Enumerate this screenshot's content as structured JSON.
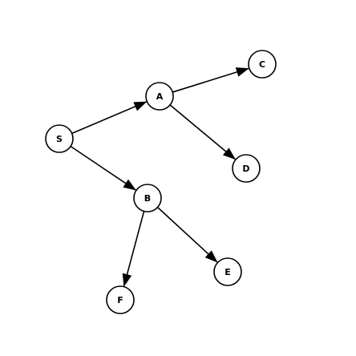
{
  "diagram": {
    "type": "directed-tree",
    "nodes": [
      {
        "id": "S",
        "label": "S"
      },
      {
        "id": "A",
        "label": "A"
      },
      {
        "id": "B",
        "label": "B"
      },
      {
        "id": "C",
        "label": "C"
      },
      {
        "id": "D",
        "label": "D"
      },
      {
        "id": "E",
        "label": "E"
      },
      {
        "id": "F",
        "label": "F"
      }
    ],
    "edges": [
      {
        "from": "S",
        "to": "A"
      },
      {
        "from": "S",
        "to": "B"
      },
      {
        "from": "A",
        "to": "C"
      },
      {
        "from": "A",
        "to": "D"
      },
      {
        "from": "B",
        "to": "E"
      },
      {
        "from": "B",
        "to": "F"
      }
    ],
    "colors": {
      "stroke": "#000000",
      "node_fill": "#ffffff",
      "background": "#ffffff"
    }
  }
}
